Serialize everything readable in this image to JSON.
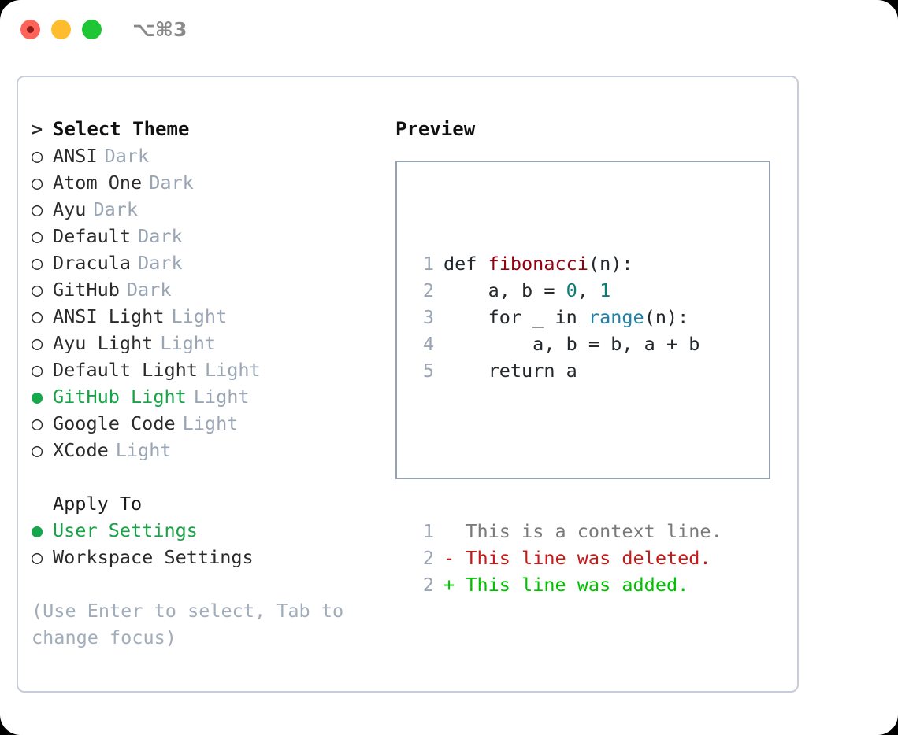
{
  "titlebar": {
    "shortcut": "⌥⌘3",
    "lights": [
      {
        "name": "close",
        "color": "#ff6259"
      },
      {
        "name": "minimize",
        "color": "#ffbd2e"
      },
      {
        "name": "maximize",
        "color": "#1ec535"
      }
    ]
  },
  "theme_picker": {
    "header_marker": ">",
    "header_label": "Select Theme",
    "unselected_marker": "○",
    "selected_marker": "●",
    "items": [
      {
        "marker": "○",
        "label": "ANSI",
        "category": "Dark",
        "selected": false
      },
      {
        "marker": "○",
        "label": "Atom One",
        "category": "Dark",
        "selected": false
      },
      {
        "marker": "○",
        "label": "Ayu",
        "category": "Dark",
        "selected": false
      },
      {
        "marker": "○",
        "label": "Default",
        "category": "Dark",
        "selected": false
      },
      {
        "marker": "○",
        "label": "Dracula",
        "category": "Dark",
        "selected": false
      },
      {
        "marker": "○",
        "label": "GitHub",
        "category": "Dark",
        "selected": false
      },
      {
        "marker": "○",
        "label": "ANSI Light",
        "category": "Light",
        "selected": false
      },
      {
        "marker": "○",
        "label": "Ayu Light",
        "category": "Light",
        "selected": false
      },
      {
        "marker": "○",
        "label": "Default Light",
        "category": "Light",
        "selected": false
      },
      {
        "marker": "●",
        "label": "GitHub Light",
        "category": "Light",
        "selected": true
      },
      {
        "marker": "○",
        "label": "Google Code",
        "category": "Light",
        "selected": false
      },
      {
        "marker": "○",
        "label": "XCode",
        "category": "Light",
        "selected": false
      }
    ]
  },
  "apply_to": {
    "header_label": "Apply To",
    "items": [
      {
        "marker": "●",
        "label": "User Settings",
        "selected": true
      },
      {
        "marker": "○",
        "label": "Workspace Settings",
        "selected": false
      }
    ]
  },
  "hint": {
    "text": "(Use Enter to select, Tab to change focus)"
  },
  "preview": {
    "title": "Preview",
    "code_lines": [
      {
        "number": "1",
        "tokens": [
          {
            "text": "def ",
            "style": "plain"
          },
          {
            "text": "fibonacci",
            "style": "fn"
          },
          {
            "text": "(n):",
            "style": "plain"
          }
        ]
      },
      {
        "number": "2",
        "tokens": [
          {
            "text": "    a, b = ",
            "style": "plain"
          },
          {
            "text": "0",
            "style": "num"
          },
          {
            "text": ", ",
            "style": "plain"
          },
          {
            "text": "1",
            "style": "num"
          }
        ]
      },
      {
        "number": "3",
        "tokens": [
          {
            "text": "    for _ in ",
            "style": "plain"
          },
          {
            "text": "range",
            "style": "blue"
          },
          {
            "text": "(n):",
            "style": "plain"
          }
        ]
      },
      {
        "number": "4",
        "tokens": [
          {
            "text": "        a, b = b, a + b",
            "style": "plain"
          }
        ]
      },
      {
        "number": "5",
        "tokens": [
          {
            "text": "    return a",
            "style": "plain"
          }
        ]
      }
    ],
    "diff_lines": [
      {
        "number": "1",
        "sign": " ",
        "text": "This is a context line.",
        "kind": "context"
      },
      {
        "number": "2",
        "sign": "-",
        "text": "This line was deleted.",
        "kind": "deleted"
      },
      {
        "number": "2",
        "sign": "+",
        "text": "This line was added.",
        "kind": "added"
      }
    ]
  },
  "colors": {
    "selected_green": "#18a347",
    "diff_add_green": "#00c000",
    "diff_del_red": "#c41a1a",
    "function_red": "#96000f",
    "number_teal": "#0b7c76",
    "builtin_blue": "#1f7fa8",
    "muted_gray": "#9aa5b4",
    "panel_border": "#c8cbd8",
    "preview_border": "#95a2b1"
  }
}
